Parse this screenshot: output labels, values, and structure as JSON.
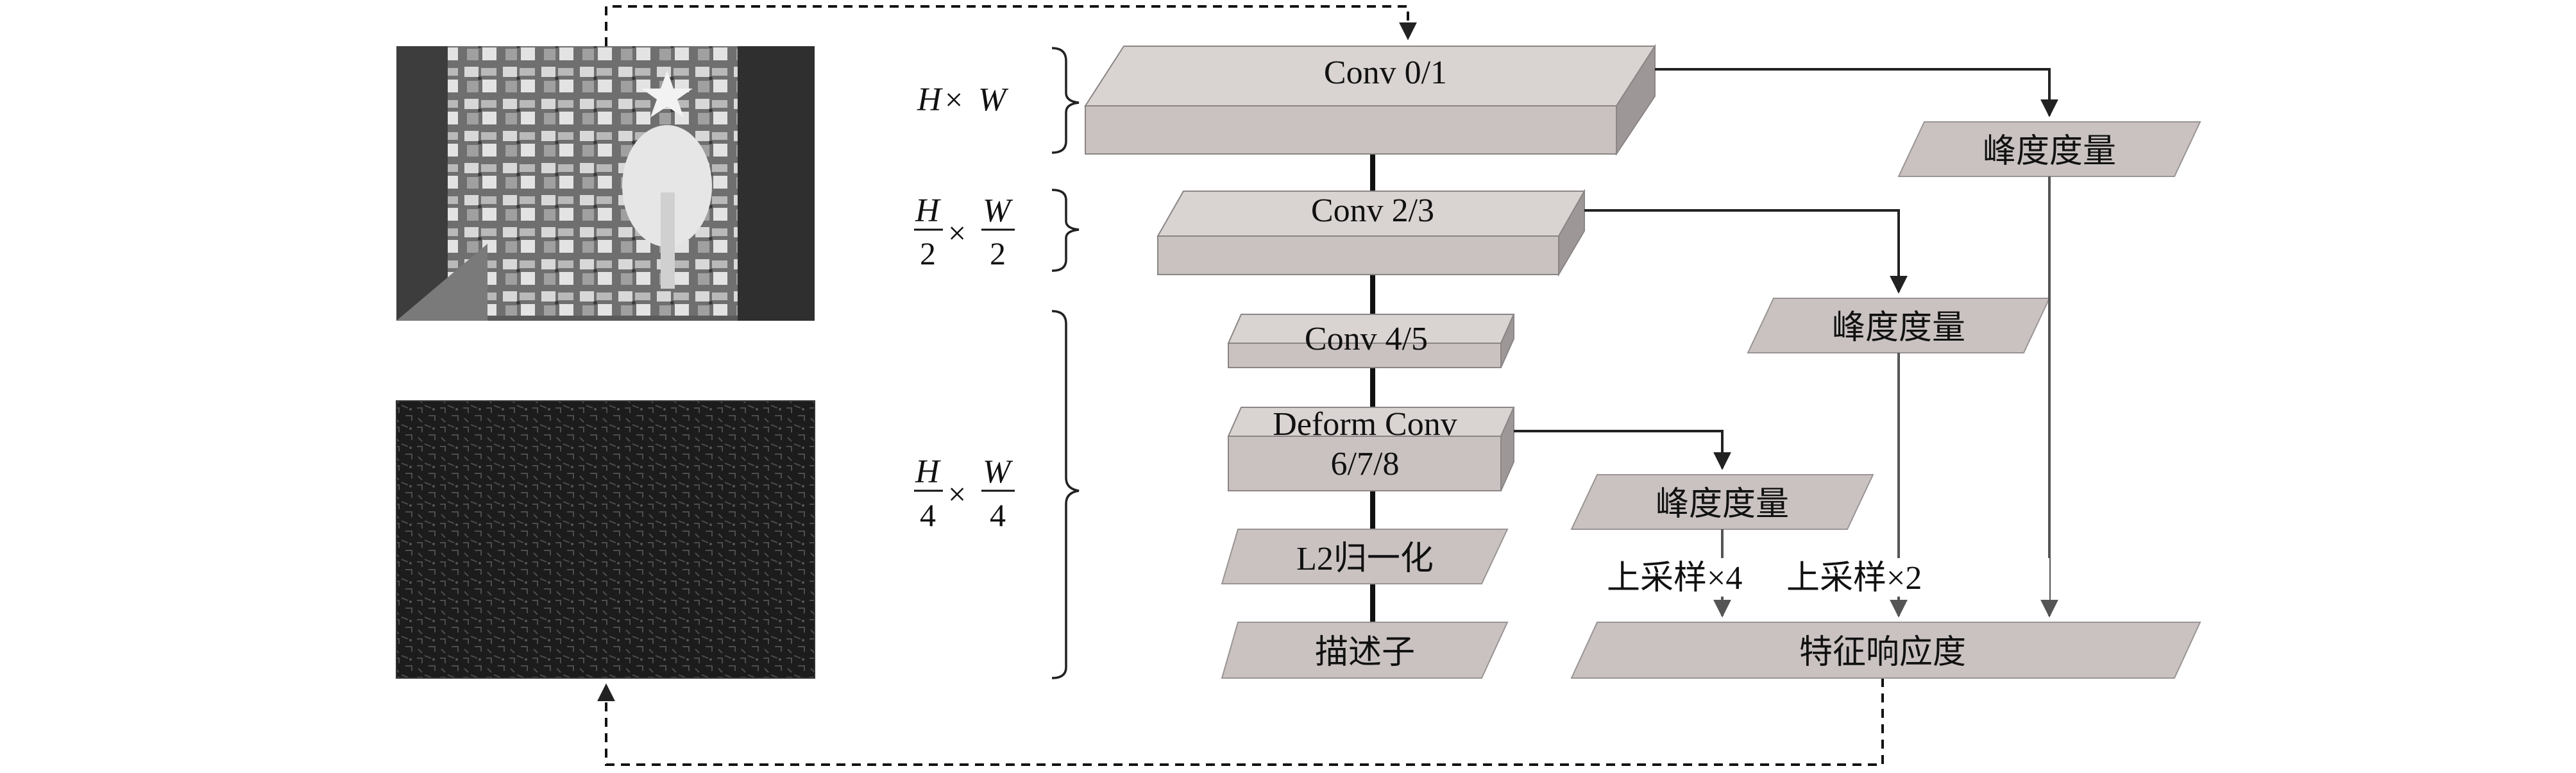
{
  "conv01": "Conv 0/1",
  "conv23": "Conv 2/3",
  "conv45": "Conv 4/5",
  "deform1": "Deform Conv",
  "deform2": "6/7/8",
  "l2norm": "L2归一化",
  "descriptor": "描述子",
  "peak": "峰度度量",
  "feature_response": "特征响应度",
  "upsample4": "上采样×4",
  "upsample2": "上采样×2",
  "dims": {
    "full": {
      "h": "H",
      "times": "×",
      "w": "W"
    },
    "half": {
      "h": "H",
      "w": "W",
      "den": "2",
      "times": "×"
    },
    "quarter": {
      "h": "H",
      "w": "W",
      "den": "4",
      "times": "×"
    }
  },
  "images": {
    "top": "grayscale photo of a graffiti/poster-covered wall",
    "bottom": "dark feature-response map of the same wall"
  },
  "colors": {
    "box_face": "#c9c2c1",
    "box_side": "#9d9797",
    "box_top": "#d9d3d2"
  }
}
